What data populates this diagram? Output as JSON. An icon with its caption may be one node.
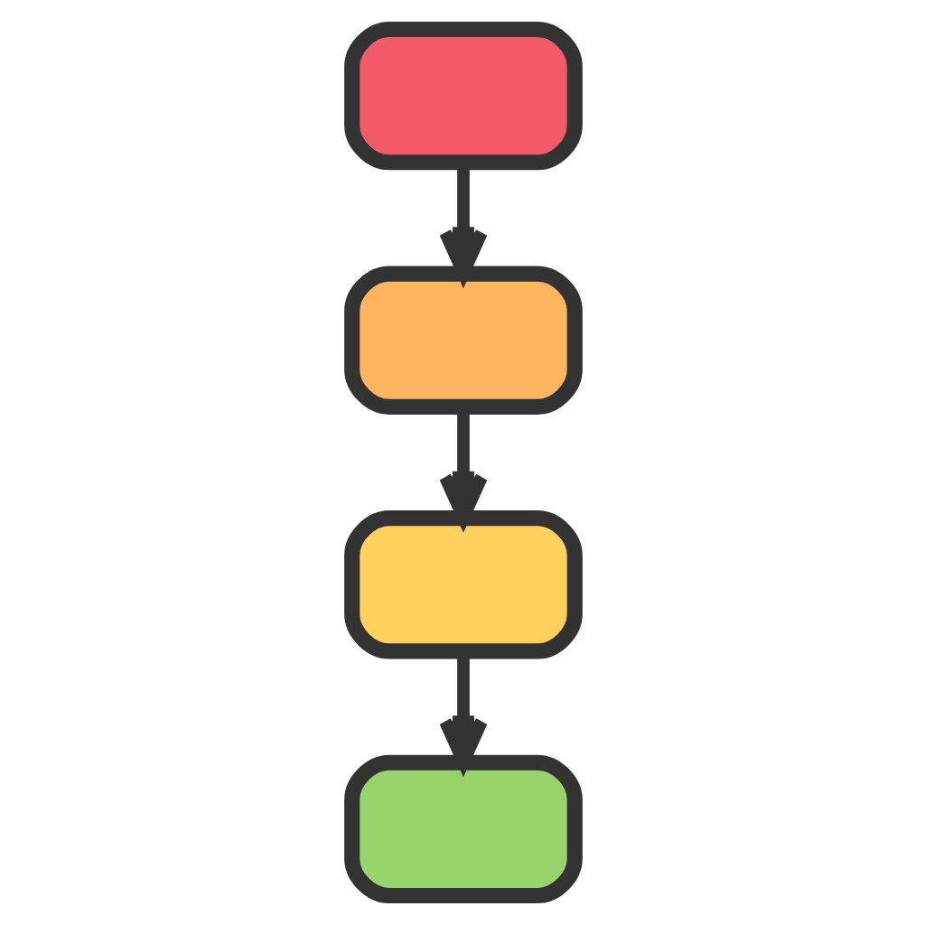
{
  "diagram": {
    "nodes": [
      {
        "text": [],
        "shape": "box"
      },
      {
        "text": [],
        "shape": "box"
      },
      {
        "text": [],
        "shape": "box"
      },
      {
        "text": [],
        "shape": "box"
      }
    ],
    "edges": [
      {
        "from": 0,
        "to": 1,
        "arrow": "to"
      },
      {
        "from": 1,
        "to": 2,
        "arrow": "to"
      },
      {
        "from": 2,
        "to": 3,
        "arrow": "to"
      }
    ]
  }
}
